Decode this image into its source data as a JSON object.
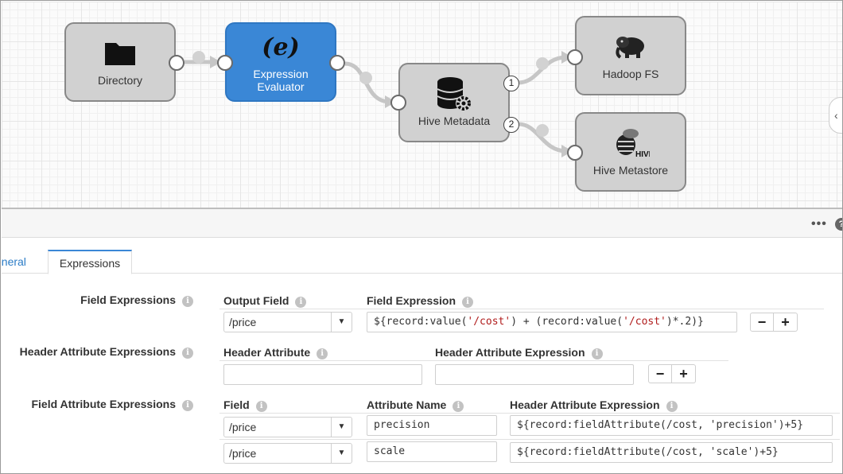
{
  "pipeline": {
    "stages": [
      {
        "id": "directory",
        "label": "Directory",
        "icon": "folder-icon"
      },
      {
        "id": "expression-evaluator",
        "label": "Expression Evaluator",
        "icon": "expression-icon",
        "selected": true
      },
      {
        "id": "hive-metadata",
        "label": "Hive Metadata",
        "icon": "database-gear-icon"
      },
      {
        "id": "hadoop-fs",
        "label": "Hadoop FS",
        "icon": "hadoop-elephant-icon"
      },
      {
        "id": "hive-metastore",
        "label": "Hive Metastore",
        "icon": "hive-bee-icon"
      }
    ],
    "output_ports": [
      "1",
      "2"
    ],
    "expression_glyph": "(e)"
  },
  "tabs": [
    {
      "label": "eneral"
    },
    {
      "label": "Expressions",
      "active": true
    }
  ],
  "form": {
    "field_expressions": {
      "label": "Field Expressions",
      "col_output_field": "Output Field",
      "col_field_expression": "Field Expression",
      "rows": [
        {
          "output_field": "/price",
          "expr_parts": [
            "${record:value(",
            "'/cost'",
            ") + (record:value(",
            "'/cost'",
            ")*.2)}"
          ]
        }
      ]
    },
    "header_attribute_expressions": {
      "label": "Header Attribute Expressions",
      "col_header_attribute": "Header Attribute",
      "col_header_attribute_expression": "Header Attribute Expression",
      "header_attribute_value": "",
      "header_attribute_expression_value": ""
    },
    "field_attribute_expressions": {
      "label": "Field Attribute Expressions",
      "col_field": "Field",
      "col_attribute_name": "Attribute Name",
      "col_header_attribute_expression": "Header Attribute Expression",
      "rows": [
        {
          "field": "/price",
          "attribute_name": "precision",
          "expression": "${record:fieldAttribute(/cost, 'precision')+5}"
        },
        {
          "field": "/price",
          "attribute_name": "scale",
          "expression": "${record:fieldAttribute(/cost, 'scale')+5}"
        }
      ]
    },
    "remove_label": "−",
    "add_label": "+",
    "info_glyph": "i"
  },
  "toolbar": {
    "more_glyph": "•••",
    "help_glyph": "?"
  }
}
